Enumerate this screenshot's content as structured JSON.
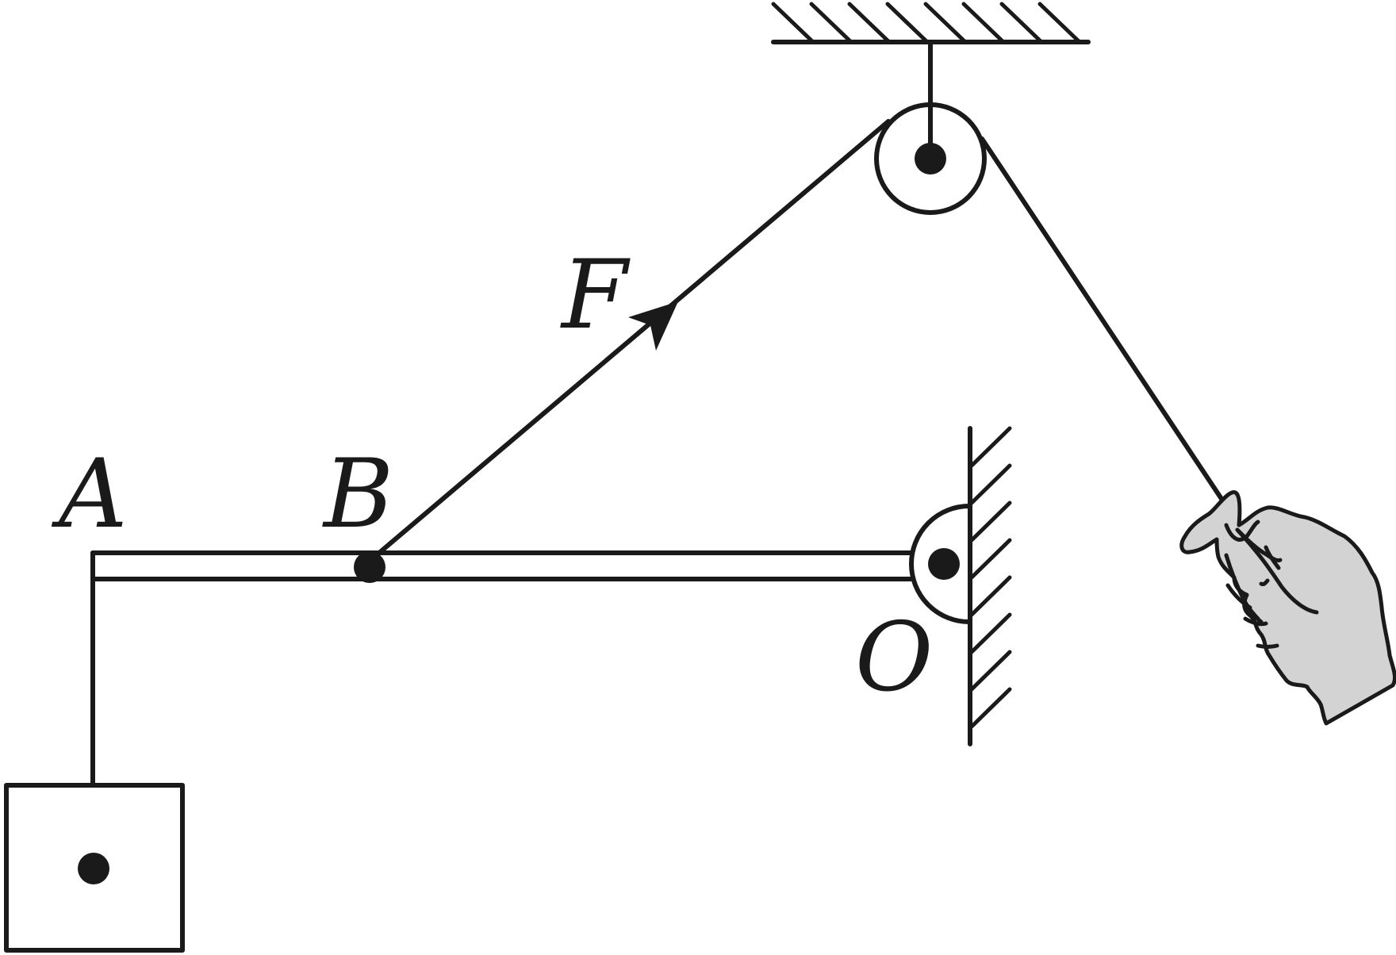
{
  "labels": {
    "point_a": "A",
    "point_b": "B",
    "point_o": "O",
    "force": "F"
  }
}
